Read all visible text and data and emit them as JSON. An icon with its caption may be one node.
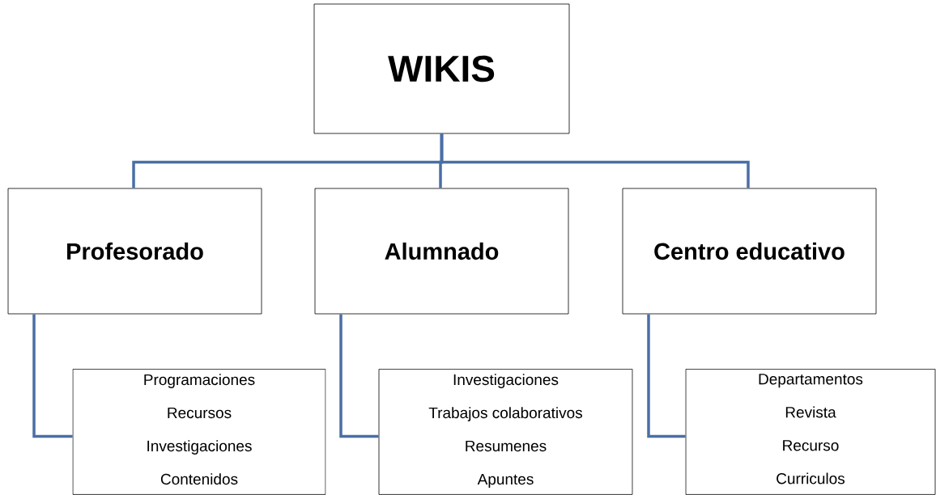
{
  "diagram": {
    "nodes": [
      {
        "text": [
          "WIKIS"
        ]
      },
      {
        "text": [
          "Profesorado"
        ]
      },
      {
        "text": [
          "Alumnado"
        ]
      },
      {
        "text": [
          "Centro educativo"
        ]
      },
      {
        "text": [
          "Programaciones",
          "Recursos",
          "Investigaciones",
          "Contenidos"
        ]
      },
      {
        "text": [
          "Investigaciones",
          "Trabajos colaborativos",
          "Resumenes",
          "Apuntes"
        ]
      },
      {
        "text": [
          "Departamentos",
          "Revista",
          "Recurso",
          "Curriculos"
        ]
      }
    ],
    "edges": [
      {
        "from": 0,
        "to": 1,
        "arrow": "none"
      },
      {
        "from": 0,
        "to": 2,
        "arrow": "none"
      },
      {
        "from": 0,
        "to": 3,
        "arrow": "none"
      },
      {
        "from": 1,
        "to": 4,
        "arrow": "none"
      },
      {
        "from": 2,
        "to": 5,
        "arrow": "none"
      },
      {
        "from": 3,
        "to": 6,
        "arrow": "none"
      }
    ]
  }
}
